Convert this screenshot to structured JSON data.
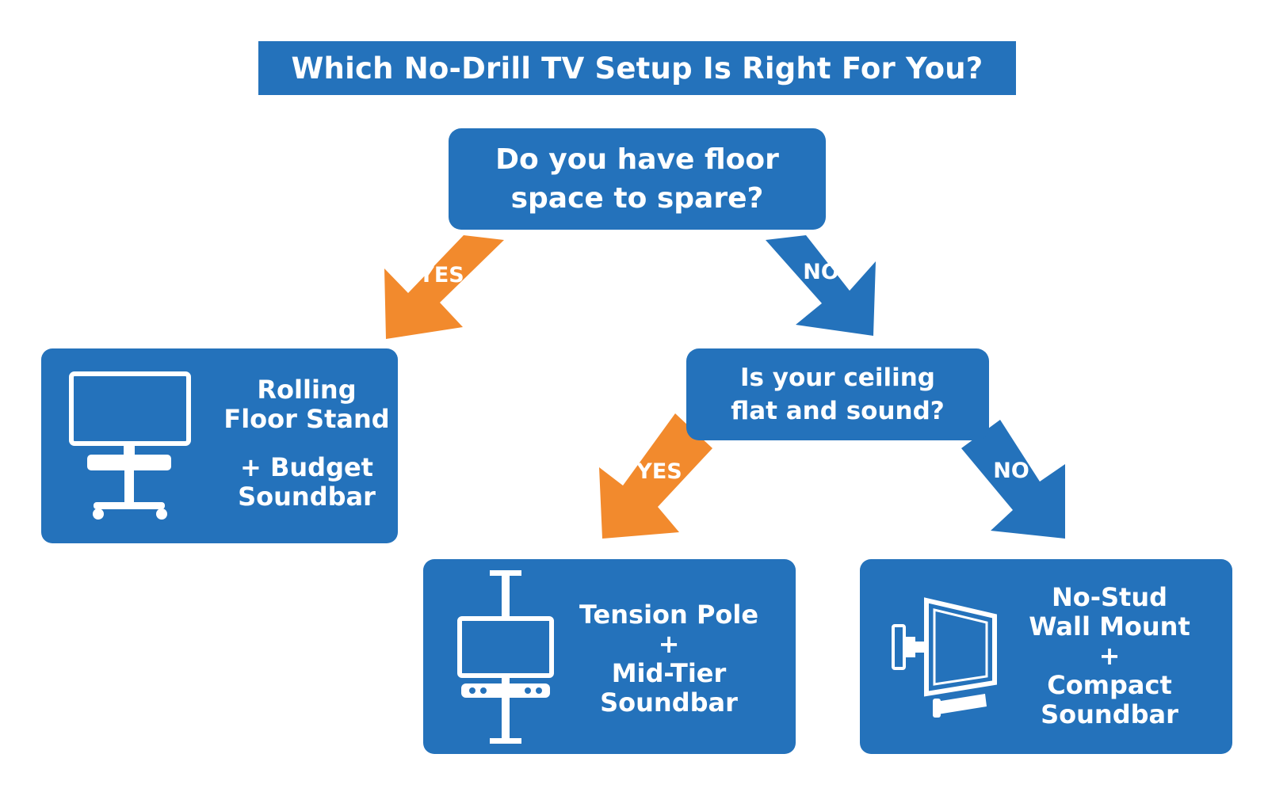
{
  "title": "Which No-Drill TV Setup Is Right For You?",
  "colors": {
    "box_blue": "#2472bb",
    "yes_orange": "#f28a2d",
    "text_white": "#ffffff"
  },
  "questions": [
    {
      "lines": [
        "Do you have floor",
        "space to spare?"
      ]
    },
    {
      "lines": [
        "Is your ceiling",
        "flat and sound?"
      ]
    }
  ],
  "branches": {
    "yes_label": "YES",
    "no_label": "NO"
  },
  "results": [
    {
      "icon": "rolling-floor-stand-icon",
      "lines": [
        "Rolling",
        "Floor Stand",
        "+ Budget",
        "Soundbar"
      ]
    },
    {
      "icon": "tension-pole-icon",
      "lines": [
        "Tension Pole",
        "+",
        "Mid-Tier",
        "Soundbar"
      ]
    },
    {
      "icon": "wall-mount-icon",
      "lines": [
        "No-Stud",
        "Wall Mount",
        "+",
        "Compact",
        "Soundbar"
      ]
    }
  ]
}
